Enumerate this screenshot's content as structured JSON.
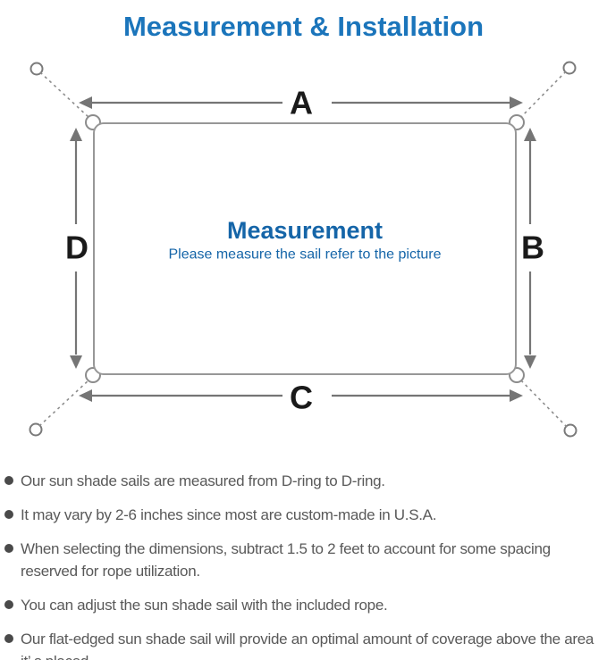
{
  "page": {
    "title": "Measurement & Installation"
  },
  "diagram": {
    "label_top": "A",
    "label_right": "B",
    "label_bottom": "C",
    "label_left": "D",
    "center_title": "Measurement",
    "center_subtitle": "Please measure the sail refer to the picture",
    "colors": {
      "title_blue": "#1b75bb",
      "center_blue": "#1565a8",
      "outline_gray": "#979797",
      "arrow_gray": "#757575",
      "dash_gray": "#8c8c8c",
      "label_black": "#1a1a1a",
      "note_text_gray": "#595959",
      "bullet_gray": "#4a4a4a"
    }
  },
  "notes": {
    "items": [
      {
        "text": "Our sun shade sails are measured from D-ring to D-ring."
      },
      {
        "text": "It may vary by 2-6 inches since most are custom-made in U.S.A."
      },
      {
        "text": "When selecting the dimensions, subtract 1.5 to 2 feet to account for some spacing reserved for rope utilization."
      },
      {
        "text": "You can adjust the sun shade sail with the included rope."
      },
      {
        "text": "Our flat-edged sun shade sail will provide an optimal amount of coverage above the area it’ s placed."
      }
    ]
  }
}
